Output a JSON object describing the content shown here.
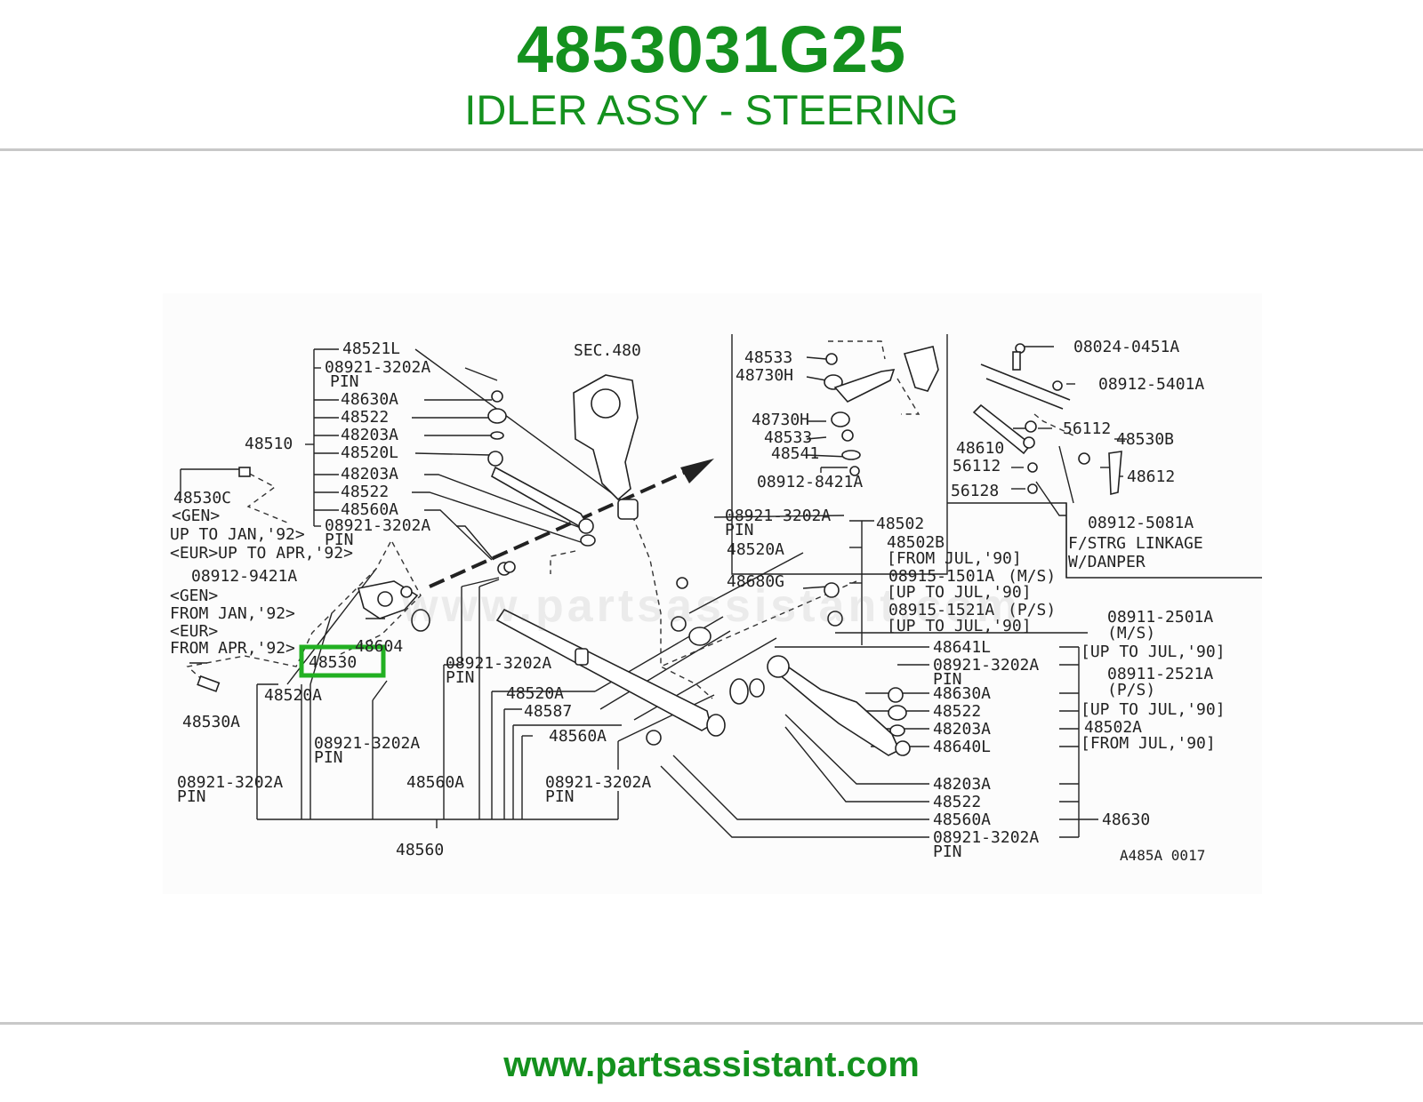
{
  "header": {
    "part_number": "4853031G25",
    "description": "IDLER ASSY - STEERING"
  },
  "highlight": {
    "label": "48530",
    "color": "#22b022"
  },
  "brand_color": "#14911e",
  "watermark": "www.partsassistant.com",
  "footer": {
    "url": "www.partsassistant.com"
  },
  "diagram": {
    "code": "A485A 0017",
    "labels": [
      "48521L",
      "08921-3202A",
      "PIN",
      "48630A",
      "48522",
      "48203A",
      "48520L",
      "48510",
      "48203A",
      "48522",
      "48560A",
      "08921-3202A",
      "PIN",
      "48530C",
      "<GEN>",
      "UP TO JAN,'92>",
      "<EUR>UP TO APR,'92>",
      "08912-9421A",
      "<GEN>",
      "FROM JAN,'92>",
      "<EUR>",
      "FROM APR,'92>",
      "48604",
      "48520A",
      "48530A",
      "08921-3202A",
      "PIN",
      "08921-3202A",
      "PIN",
      "48560A",
      "48560",
      "SEC.480",
      "08921-3202A",
      "PIN",
      "48520A",
      "48587",
      "48560A",
      "08921-3202A",
      "PIN",
      "08921-3202A",
      "PIN",
      "48520A",
      "48680G",
      "48502",
      "48502B",
      "[FROM JUL,'90]",
      "08915-1501A",
      "(M/S)",
      "[UP TO JUL,'90]",
      "08915-1521A",
      "(P/S)",
      "[UP TO JUL,'90]",
      "48533",
      "48730H",
      "48730H",
      "48533",
      "48541",
      "08912-8421A",
      "08024-0451A",
      "08912-5401A",
      "48610",
      "56112",
      "56112",
      "48530B",
      "48612",
      "56128",
      "08912-5081A",
      "F/STRG LINKAGE",
      "W/DANPER",
      "08911-2501A",
      "(M/S)",
      "[UP TO JUL,'90]",
      "08911-2521A",
      "(P/S)",
      "[UP TO JUL,'90]",
      "48502A",
      "[FROM JUL,'90]",
      "48641L",
      "08921-3202A",
      "PIN",
      "48630A",
      "48522",
      "48203A",
      "48640L",
      "48203A",
      "48522",
      "48560A",
      "48630",
      "08921-3202A",
      "PIN"
    ]
  }
}
